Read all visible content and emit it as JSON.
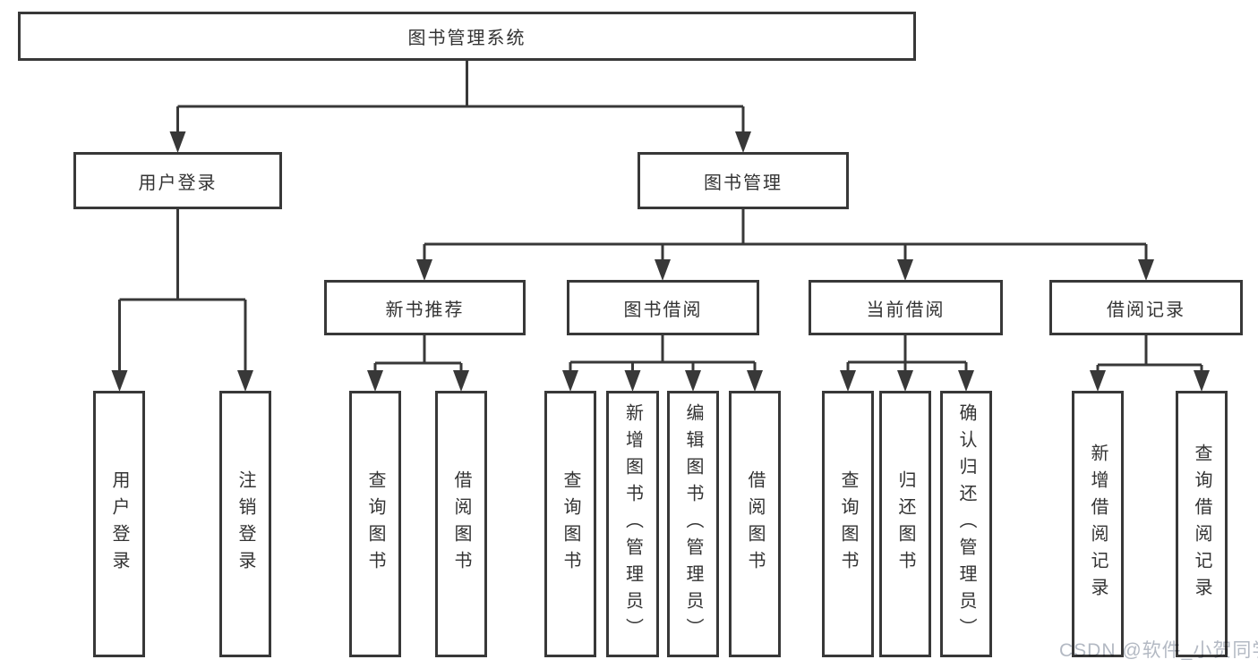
{
  "diagram": {
    "root": {
      "label": "图书管理系统"
    },
    "branches": [
      {
        "label": "用户登录",
        "leaves": [
          {
            "label": "用户登录"
          },
          {
            "label": "注销登录"
          }
        ]
      },
      {
        "label": "图书管理",
        "groups": [
          {
            "label": "新书推荐",
            "leaves": [
              {
                "label": "查询图书"
              },
              {
                "label": "借阅图书"
              }
            ]
          },
          {
            "label": "图书借阅",
            "leaves": [
              {
                "label": "查询图书"
              },
              {
                "label": "新增图书（管理员）"
              },
              {
                "label": "编辑图书（管理员）"
              },
              {
                "label": "借阅图书"
              }
            ]
          },
          {
            "label": "当前借阅",
            "leaves": [
              {
                "label": "查询图书"
              },
              {
                "label": "归还图书"
              },
              {
                "label": "确认归还（管理员）"
              }
            ]
          },
          {
            "label": "借阅记录",
            "leaves": [
              {
                "label": "新增借阅记录"
              },
              {
                "label": "查询借阅记录"
              }
            ]
          }
        ]
      }
    ]
  },
  "watermark": {
    "text": "CSDN @软件_小贺同学"
  },
  "colors": {
    "line": "#383838",
    "box_border": "#383838",
    "text": "#333333",
    "watermark": "#b3b9c3",
    "background": "#ffffff"
  }
}
